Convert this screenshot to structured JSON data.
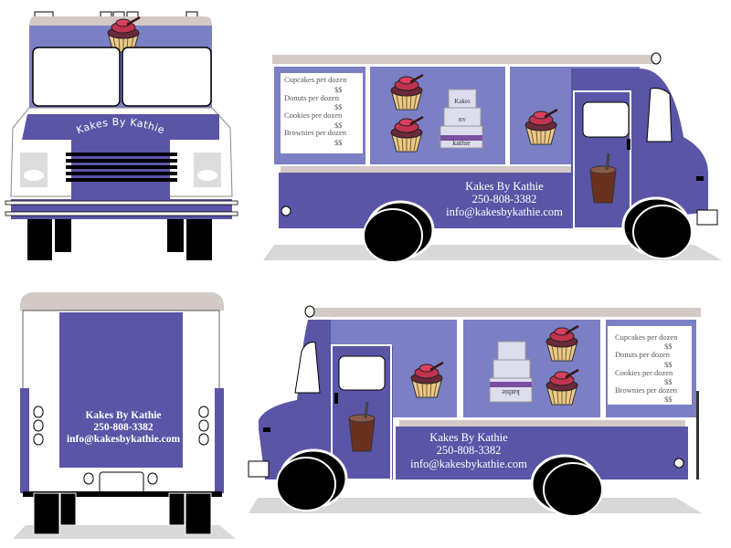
{
  "brand": {
    "name": "Kakes By Kathie",
    "phone": "250-808-3382",
    "email": "info@kakesbykathie.com"
  },
  "menu": {
    "items": [
      {
        "label": "Cupcakes per dozen",
        "price": "$$"
      },
      {
        "label": "Donuts per dozen",
        "price": "$$"
      },
      {
        "label": "Cookies per dozen",
        "price": "$$"
      },
      {
        "label": "Brownies per dozen",
        "price": "$$"
      }
    ]
  },
  "cake_lettering": [
    "Kakes",
    "BY",
    "kathie"
  ],
  "views": [
    "front",
    "right-side",
    "rear",
    "left-side"
  ],
  "colors": {
    "dark_purple": "#5a55a6",
    "light_purple": "#7b7fc4",
    "roof": "#d3c9c6",
    "ground": "#d8d8d8"
  }
}
